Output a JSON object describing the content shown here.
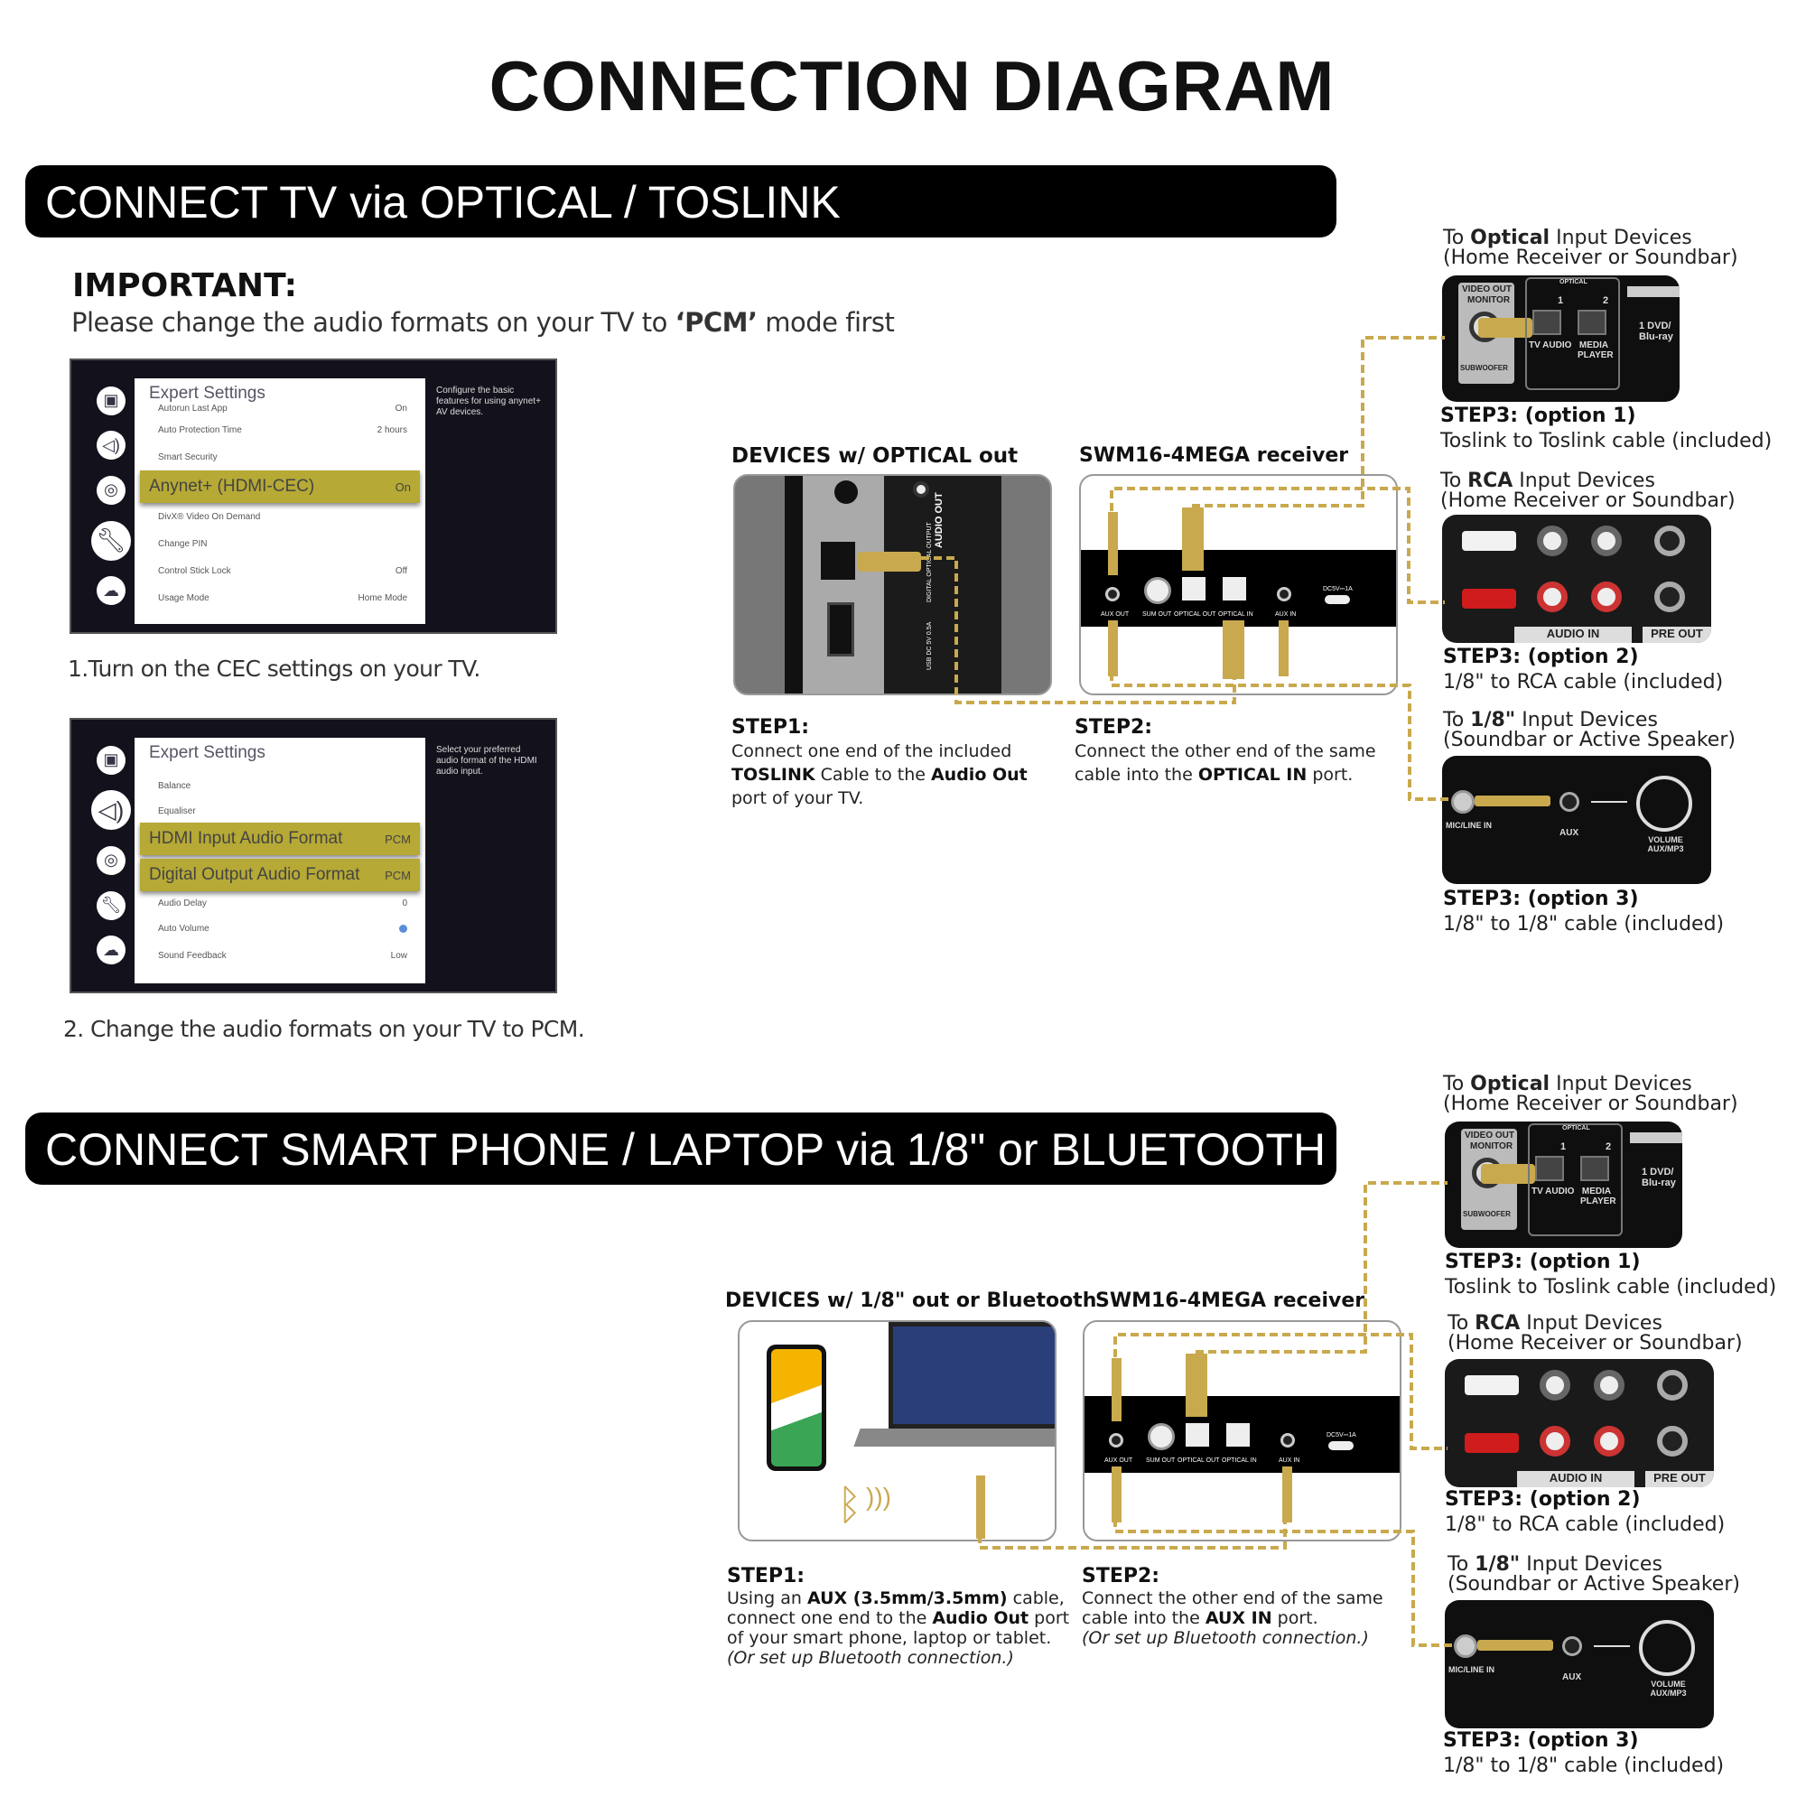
{
  "title": "CONNECTION DIAGRAM",
  "section1": {
    "banner": "CONNECT TV via OPTICAL / TOSLINK",
    "important": {
      "heading": "IMPORTANT:",
      "text_pre": "Please change the audio formats on your TV to ",
      "text_bold": "‘PCM’",
      "text_post": " mode first"
    },
    "screen1": {
      "title": "Expert Settings",
      "desc": "Configure the basic features for using anynet+ AV devices.",
      "rows": [
        {
          "label": "Autorun Last App",
          "value": "On"
        },
        {
          "label": "Auto Protection Time",
          "value": "2 hours"
        },
        {
          "label": "Smart Security",
          "value": ""
        },
        {
          "label": "Anynet+ (HDMI-CEC)",
          "value": "On",
          "highlighted": true
        },
        {
          "label": "DivX® Video On Demand",
          "value": ""
        },
        {
          "label": "Change PIN",
          "value": ""
        },
        {
          "label": "Control Stick Lock",
          "value": "Off"
        },
        {
          "label": "Usage Mode",
          "value": "Home Mode"
        }
      ]
    },
    "caption1": "1.Turn on the CEC settings on your TV.",
    "screen2": {
      "title": "Expert Settings",
      "desc": "Select your preferred audio format of the HDMI audio input.",
      "rows": [
        {
          "label": "Balance",
          "value": ""
        },
        {
          "label": "Equaliser",
          "value": ""
        },
        {
          "label": "HDMI Input Audio Format",
          "value": "PCM",
          "highlighted": true
        },
        {
          "label": "Digital Output Audio Format",
          "value": "PCM",
          "highlighted": true
        },
        {
          "label": "Audio Delay",
          "value": "0"
        },
        {
          "label": "Auto Volume",
          "value": "toggle-on"
        },
        {
          "label": "Sound Feedback",
          "value": "Low"
        }
      ]
    },
    "caption2": "2. Change the audio formats on your TV to PCM.",
    "devices_label_pre": "DEVICES w/ ",
    "devices_label_bold": "OPTICAL out",
    "tv_ports": {
      "audio_out": "AUDIO OUT",
      "optical": "DIGITAL OPTICAL OUTPUT",
      "usb": "USB DC 5V 0.5A"
    },
    "receiver_label": "SWM16-4MEGA receiver",
    "step1": {
      "heading": "STEP1:",
      "l1": "Connect one end of the included",
      "l2_b1": "TOSLINK",
      "l2_t": " Cable to the ",
      "l2_b2": "Audio Out",
      "l3": "port of your TV."
    },
    "step2": {
      "heading": "STEP2:",
      "l1": "Connect the other end of the same",
      "l2_pre": "cable into the ",
      "l2_b": "OPTICAL IN",
      "l2_post": " port."
    }
  },
  "receiver_ports": {
    "aux_out": "AUX OUT",
    "sum_out": "SUM OUT",
    "optical_out": "OPTICAL OUT",
    "optical_in": "OPTICAL IN",
    "aux_in": "AUX IN",
    "dc": "DC5V⎓1A"
  },
  "section2": {
    "banner": "CONNECT SMART PHONE / LAPTOP via 1/8\" or BLUETOOTH",
    "devices_label": "DEVICES w/ 1/8\" out or Bluetooth",
    "receiver_label": "SWM16-4MEGA receiver",
    "step1": {
      "heading": "STEP1:",
      "l1_pre": "Using an ",
      "l1_b": "AUX (3.5mm/3.5mm)",
      "l1_post": " cable,",
      "l2_pre": "connect one end to the ",
      "l2_b": "Audio Out",
      "l2_post": " port",
      "l3": "of your smart phone, laptop or tablet.",
      "l4": "(Or set up Bluetooth connection.)"
    },
    "step2": {
      "heading": "STEP2:",
      "l1": "Connect the other end of the same",
      "l2_pre": "cable into the ",
      "l2_b": "AUX IN",
      "l2_post": " port.",
      "l3": "(Or set up Bluetooth connection.)"
    }
  },
  "outputs": {
    "opt1": {
      "to": "To ",
      "bold": "Optical",
      "rest": " Input Devices",
      "sub": "(Home Receiver or Soundbar)",
      "step": "STEP3: (option 1)",
      "cable": "Toslink to Toslink cable (included)",
      "img": {
        "video_out": "VIDEO OUT",
        "monitor": "MONITOR",
        "optical": "OPTICAL",
        "n1": "1",
        "n2": "2",
        "tv_audio": "TV AUDIO",
        "media_player": "MEDIA PLAYER",
        "dvd": "1  DVD/ Blu-ray",
        "subwoofer": "SUBWOOFER"
      }
    },
    "opt2": {
      "to": "To ",
      "bold": "RCA",
      "rest": " Input Devices",
      "sub": "(Home Receiver or Soundbar)",
      "step": "STEP3: (option 2)",
      "cable": "1/8\" to RCA cable (included)",
      "img": {
        "audio_in": "AUDIO   IN",
        "pre_out": "PRE OUT"
      }
    },
    "opt3": {
      "to": "To ",
      "bold": "1/8\"",
      "rest": " Input Devices",
      "sub": "(Soundbar or Active Speaker)",
      "step": "STEP3: (option 3)",
      "cable": "1/8\" to 1/8\" cable (included)",
      "img": {
        "mic": "MIC/LINE IN",
        "aux": "AUX",
        "volume": "VOLUME AUX/MP3"
      }
    }
  },
  "colors": {
    "cable": "#c9a94e",
    "highlight": "#b6a935",
    "banner": "#000000"
  }
}
